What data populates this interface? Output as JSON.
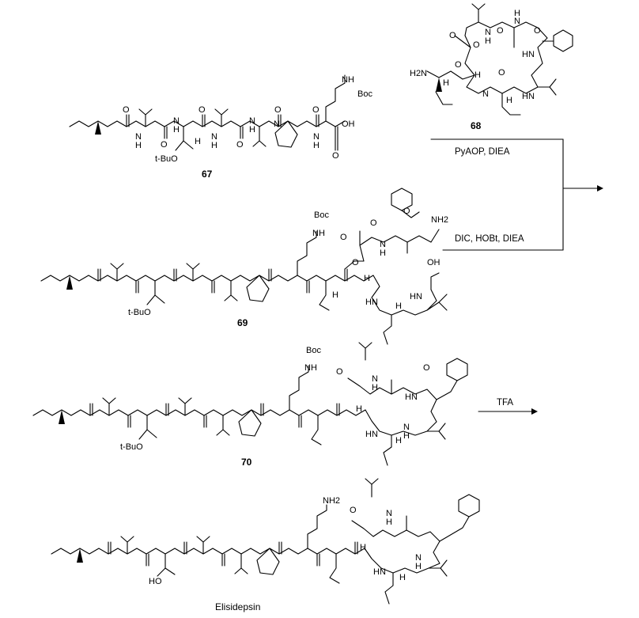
{
  "compounds": {
    "c67": {
      "number": "67",
      "labels": [
        "N",
        "H",
        "N",
        "H",
        "N",
        "H",
        "N",
        "H",
        "N",
        "N",
        "H",
        "OH",
        "t-BuO",
        "H",
        "NH",
        "Boc",
        "O",
        "O",
        "O",
        "O",
        "O",
        "O",
        "O"
      ]
    },
    "c68": {
      "number": "68",
      "labels": [
        "H2N",
        "H",
        "O",
        "O",
        "N",
        "H",
        "HN",
        "O",
        "O",
        "N",
        "H",
        "O",
        "N",
        "HN",
        "O",
        "H",
        "H"
      ]
    },
    "c69": {
      "number": "69",
      "labels": [
        "Boc",
        "NH",
        "NH2",
        "O",
        "O",
        "O",
        "N",
        "H",
        "O",
        "OH",
        "t-BuO",
        "H",
        "H",
        "H",
        "HN",
        "HN"
      ]
    },
    "c70": {
      "number": "70",
      "labels": [
        "Boc",
        "NH",
        "O",
        "N",
        "H",
        "O",
        "t-BuO",
        "H",
        "H",
        "HN",
        "HN",
        "N",
        "H"
      ]
    },
    "elisidepsin": {
      "name": "Elisidepsin",
      "labels": [
        "NH2",
        "O",
        "N",
        "H",
        "HO",
        "H",
        "H",
        "HN",
        "N",
        "H"
      ]
    }
  },
  "reagents": {
    "step1_top": "PyAOP, DIEA",
    "step1_bottom": "DIC, HOBt, DIEA",
    "step2": "TFA"
  }
}
